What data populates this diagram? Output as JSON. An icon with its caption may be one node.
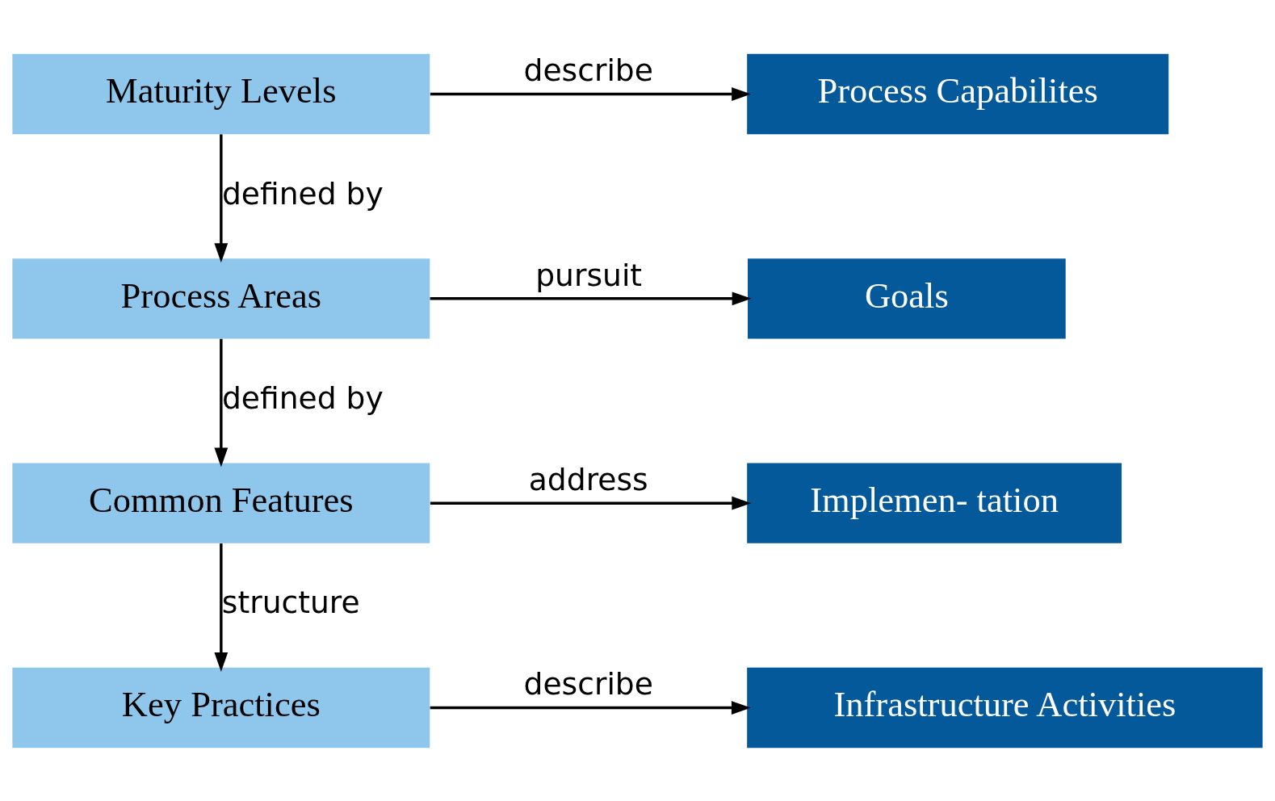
{
  "diagram": {
    "nodes": [
      {
        "text": [
          "Maturity Levels"
        ]
      },
      {
        "text": [
          "Process Areas"
        ]
      },
      {
        "text": [
          "Common Features"
        ]
      },
      {
        "text": [
          "Key Practices"
        ]
      },
      {
        "text": [
          "Process Capabilites"
        ]
      },
      {
        "text": [
          "Goals"
        ]
      },
      {
        "text": [
          "Implemen- tation"
        ]
      },
      {
        "text": [
          "Infrastructure Activities"
        ]
      }
    ],
    "edges": [
      {
        "from": 0,
        "to": 4,
        "arrow": "to",
        "label": "describe"
      },
      {
        "from": 0,
        "to": 1,
        "arrow": "to",
        "label": "defined by"
      },
      {
        "from": 1,
        "to": 5,
        "arrow": "to",
        "label": "pursuit"
      },
      {
        "from": 1,
        "to": 2,
        "arrow": "to",
        "label": "defined by"
      },
      {
        "from": 2,
        "to": 6,
        "arrow": "to",
        "label": "address"
      },
      {
        "from": 2,
        "to": 3,
        "arrow": "to",
        "label": "structure"
      },
      {
        "from": 3,
        "to": 7,
        "arrow": "to",
        "label": "describe"
      }
    ]
  }
}
